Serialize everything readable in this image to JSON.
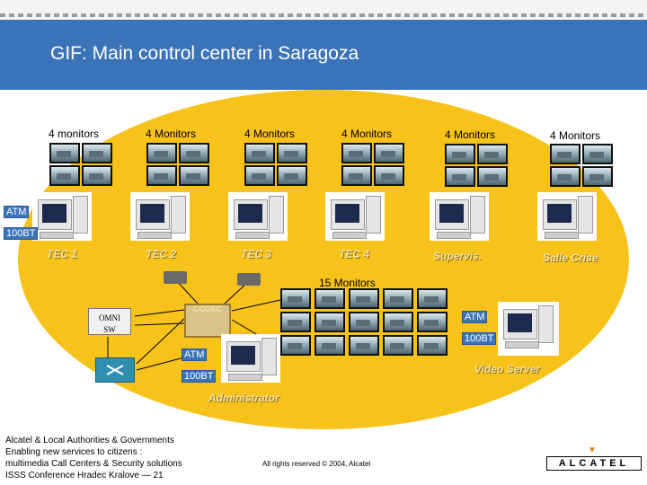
{
  "title": "GIF: Main control center in Saragoza",
  "monitor_groups": [
    {
      "label": "4 monitors"
    },
    {
      "label": "4 Monitors"
    },
    {
      "label": "4 Monitors"
    },
    {
      "label": "4 Monitors"
    },
    {
      "label": "4 Monitors"
    },
    {
      "label": "4 Monitors"
    }
  ],
  "workstations": [
    "TEC 1",
    "TEC 2",
    "TEC 3",
    "TEC 4",
    "Supervis.",
    "Salle Crise"
  ],
  "network_tags": {
    "atm": "ATM",
    "ethernet": "100BT"
  },
  "wall": {
    "label": "15 Monitors"
  },
  "devices": {
    "codec": "CODEC",
    "switch_line1": "OMNI",
    "switch_line2": "SW"
  },
  "video_server": {
    "label": "Video Server"
  },
  "administrator": {
    "label": "Administrator"
  },
  "footer": {
    "left": "Alcatel & Local Authorities & Governments\nEnabling new services to citizens :\nmultimedia Call Centers & Security solutions\nISSS Conference Hradec Kralove — 21",
    "center": "All rights reserved © 2004, Alcatel",
    "logo": "ALCATEL"
  },
  "colors": {
    "title_bar": "#3b73b9",
    "ellipse": "#f7c21a",
    "tag_bg": "#3b73b9"
  }
}
